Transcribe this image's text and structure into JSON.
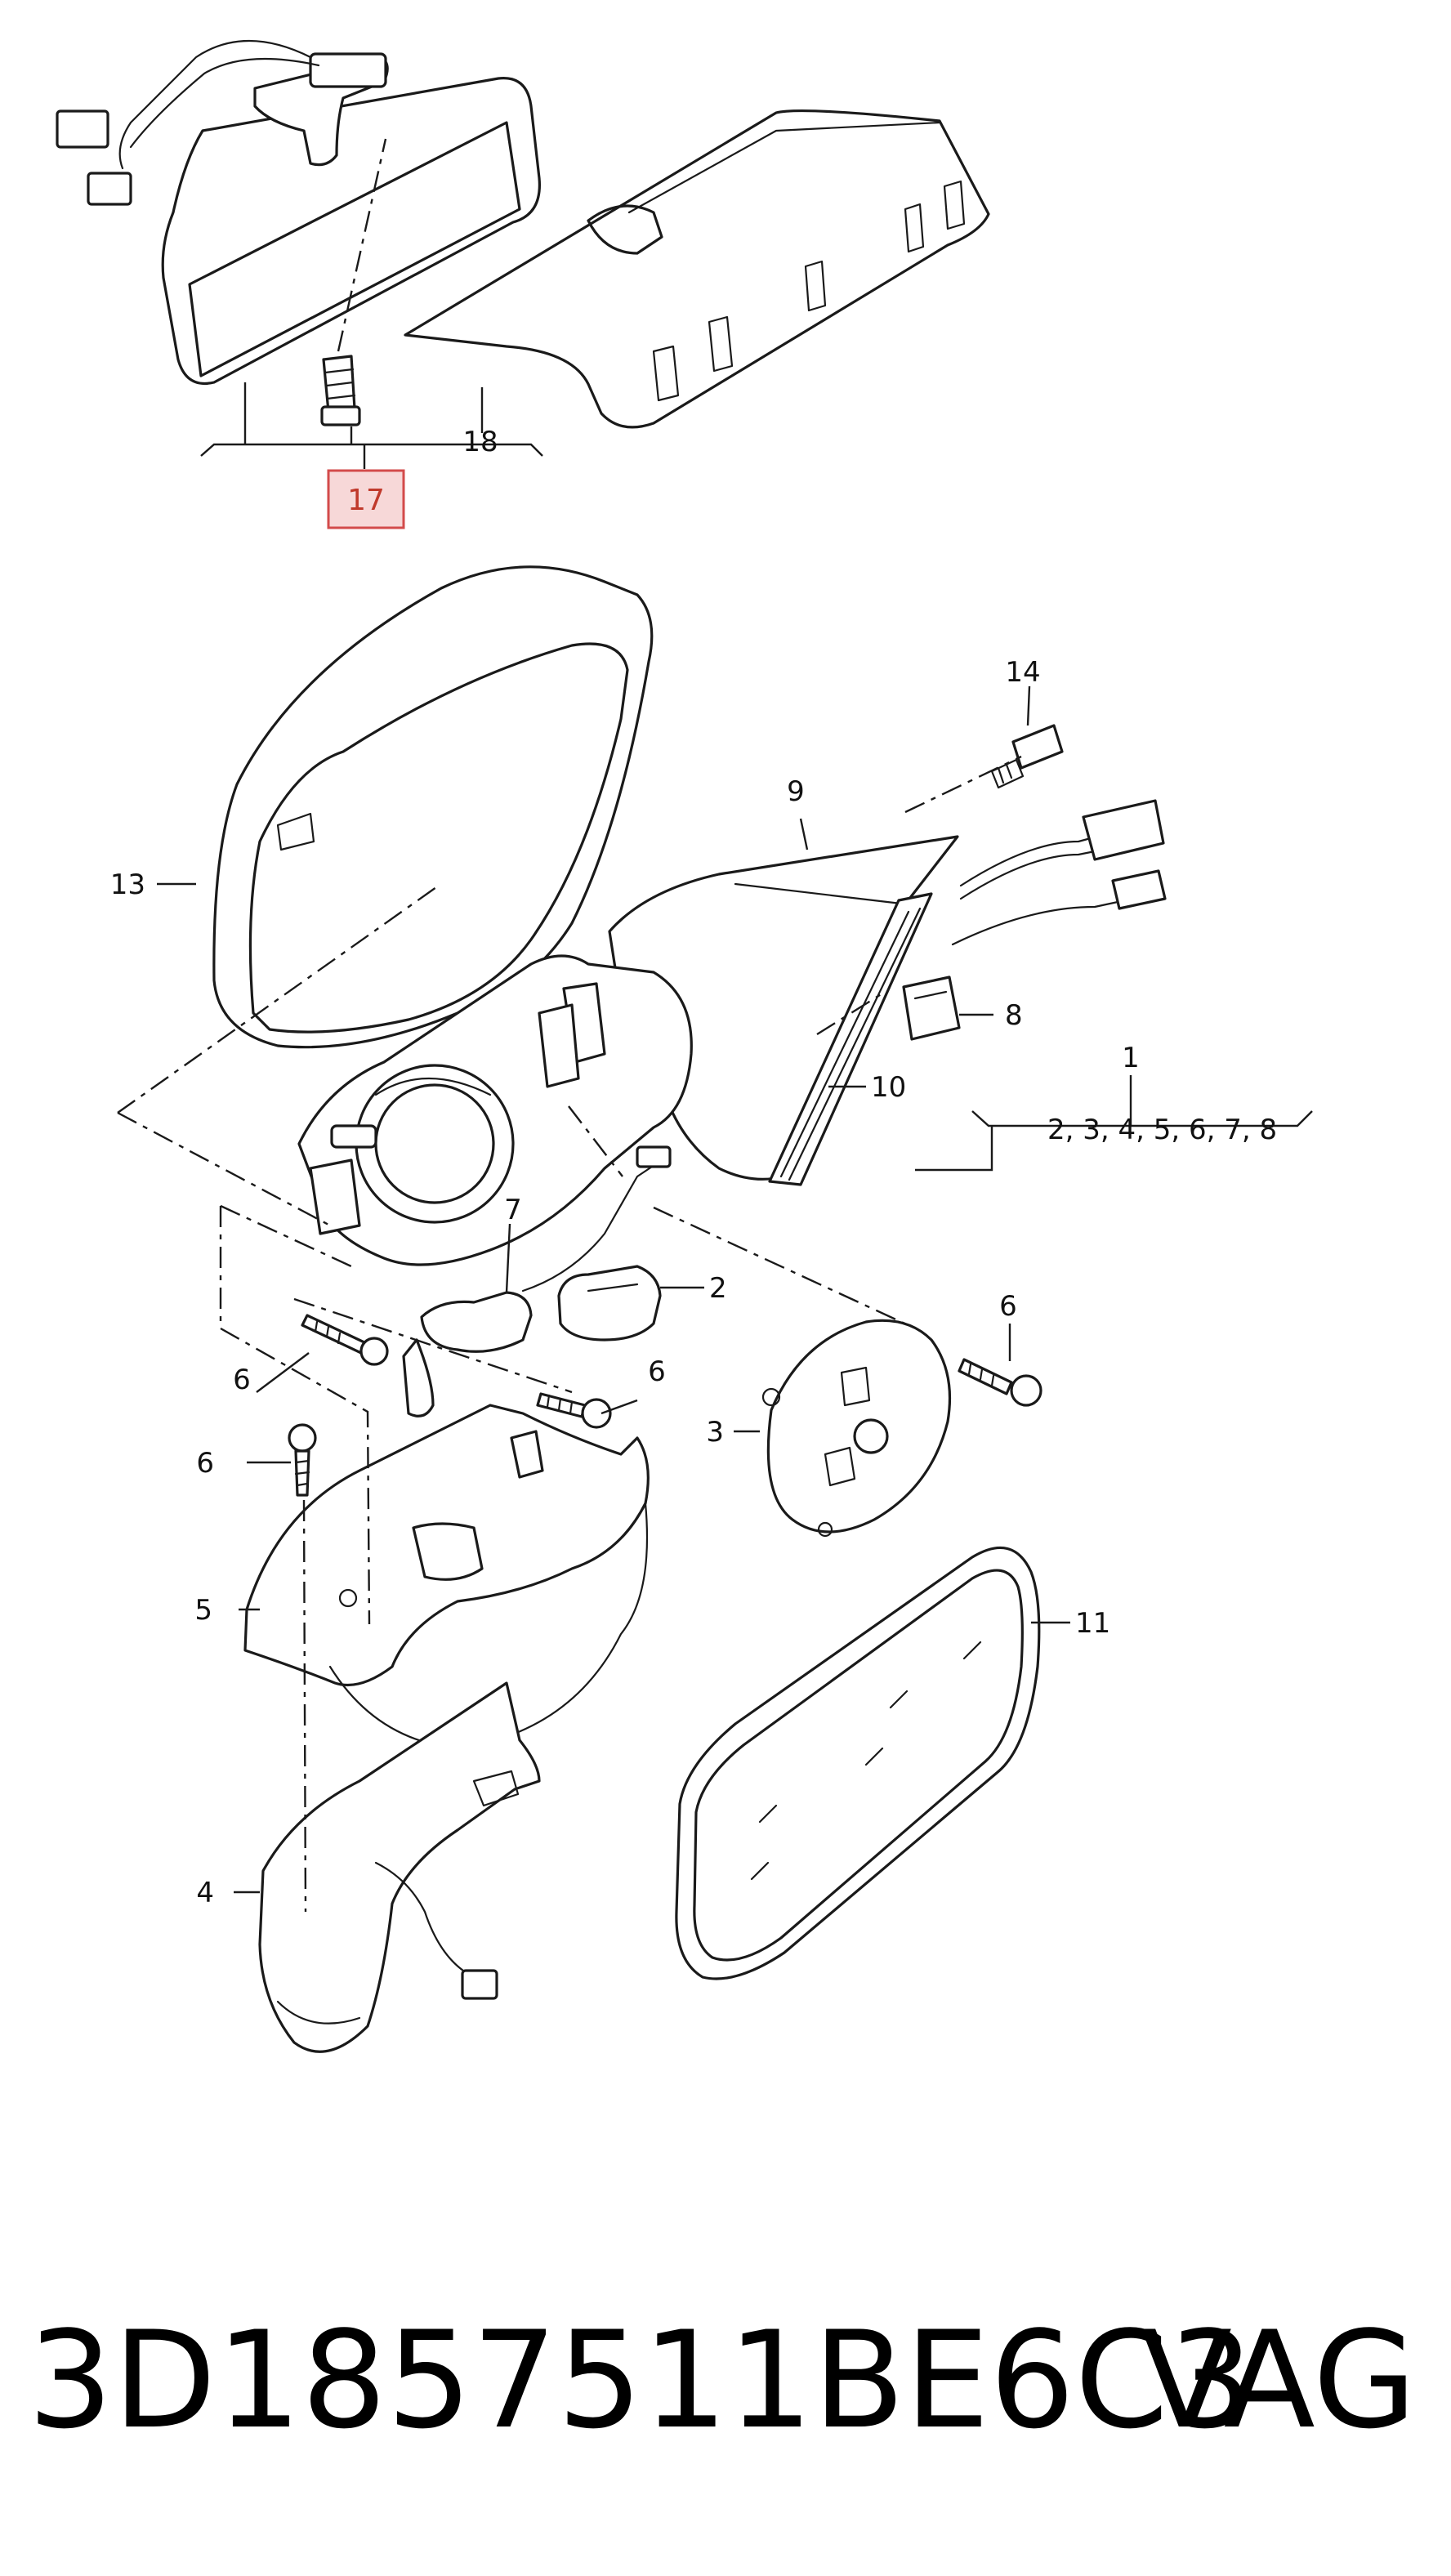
{
  "callouts": {
    "c1": "1",
    "c1_sub": "2, 3, 4, 5, 6, 7, 8",
    "c2": "2",
    "c3": "3",
    "c4": "4",
    "c5": "5",
    "c6_top_right": "6",
    "c6_left_mid": "6",
    "c6_center": "6",
    "c6_left_low": "6",
    "c7": "7",
    "c8": "8",
    "c9": "9",
    "c10": "10",
    "c11": "11",
    "c13": "13",
    "c14": "14",
    "c17": "17",
    "c18": "18"
  },
  "highlight": {
    "callout": "17",
    "color": "#d34b4b",
    "fill": "#f7d8d8"
  },
  "footer": {
    "part_number": "3D1857511BE6C3",
    "brand": "VAG"
  }
}
